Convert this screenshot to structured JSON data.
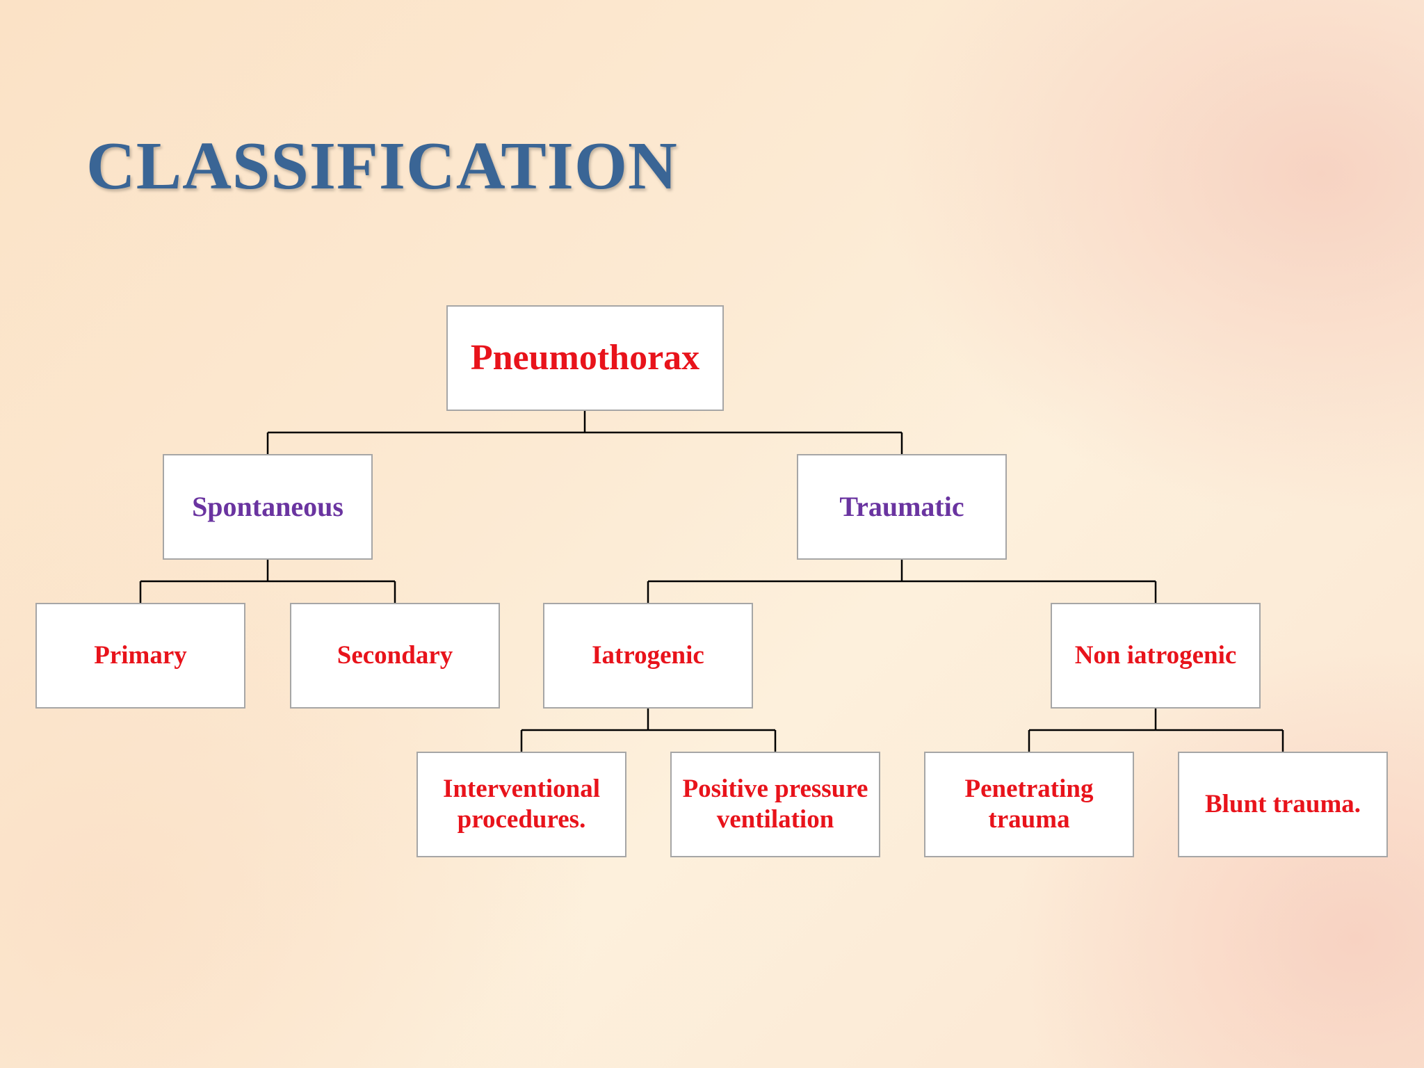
{
  "title": "CLASSIFICATION",
  "colors": {
    "title": "#3a6595",
    "root_text": "#e8131b",
    "level1_text": "#6a34a0",
    "leaf_text": "#e8131b",
    "connector": "#000000"
  },
  "tree": {
    "root": "Pneumothorax",
    "spontaneous": "Spontaneous",
    "traumatic": "Traumatic",
    "primary": "Primary",
    "secondary": "Secondary",
    "iatrogenic": "Iatrogenic",
    "non_iatrogenic": "Non iatrogenic",
    "interventional": "Interventional procedures.",
    "positive_pressure": "Positive pressure ventilation",
    "penetrating": "Penetrating trauma",
    "blunt": "Blunt trauma."
  }
}
